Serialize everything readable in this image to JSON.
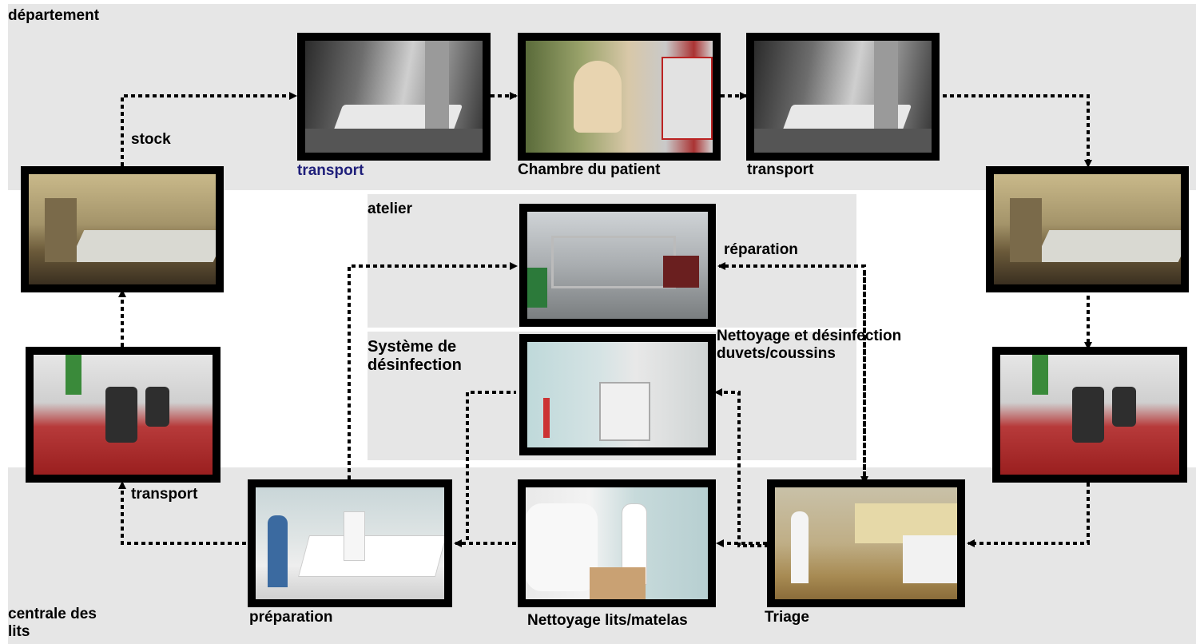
{
  "zones": {
    "department": "département",
    "central": "centrale des\nlits",
    "workshop": "atelier",
    "disinfection": "Système de\ndésinfection"
  },
  "labels": {
    "stock": "stock",
    "transport_top": "transport",
    "patient_room": "Chambre du patient",
    "transport_top2": "transport",
    "repair": "réparation",
    "duvet_cleaning": "Nettoyage et désinfection\nduvets/coussins",
    "transport_left": "transport",
    "preparation": "préparation",
    "bed_cleaning": "Nettoyage lits/matelas",
    "sorting": "Triage"
  },
  "colors": {
    "band": "#e6e6e6",
    "highlight_label": "#1f1f7a",
    "arrow": "#000000"
  },
  "photos": [
    "bed-transport-corridor-photo",
    "patient-room-photo",
    "bed-transport-corridor-photo-2",
    "bed-stock-left-photo",
    "bed-stock-right-photo",
    "workshop-photo",
    "tow-vehicle-left-photo",
    "tow-vehicle-right-photo",
    "disinfection-system-photo",
    "bed-preparation-photo",
    "bed-cleaning-photo",
    "sorting-photo"
  ]
}
